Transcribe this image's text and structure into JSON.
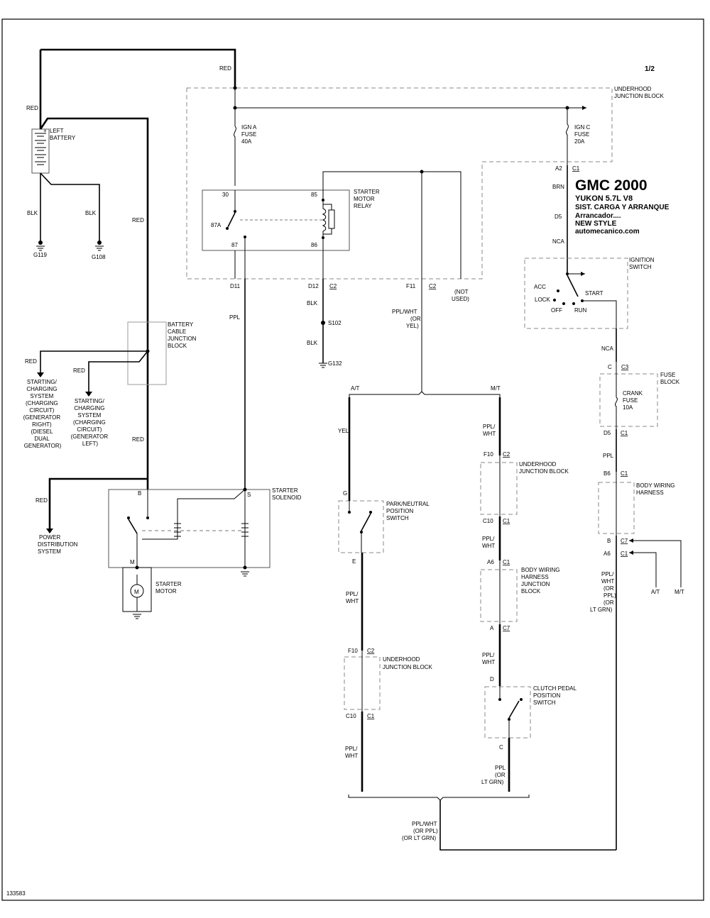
{
  "title": {
    "main": "GMC 2000",
    "model": "YUKON  5.7L  V8",
    "system": "SIST. CARGA Y ARRANQUE",
    "sub": "Arrancador....",
    "style": "NEW STYLE",
    "site": "automecanico.com"
  },
  "page_number": "1/2",
  "figure_id": "133583",
  "components": {
    "underhood_junction_block": [
      "UNDERHOOD",
      "JUNCTION BLOCK"
    ],
    "left_battery": [
      "LEFT",
      "BATTERY"
    ],
    "ign_a_fuse": [
      "IGN A",
      "FUSE",
      "40A"
    ],
    "ign_c_fuse": [
      "IGN C",
      "FUSE",
      "20A"
    ],
    "starter_motor_relay": [
      "STARTER",
      "MOTOR",
      "RELAY"
    ],
    "ignition_switch": [
      "IGNITION",
      "SWITCH"
    ],
    "battery_cable_junction_block": [
      "BATTERY",
      "CABLE",
      "JUNCTION",
      "BLOCK"
    ],
    "starting_charging_right": [
      "STARTING/",
      "CHARGING",
      "SYSTEM",
      "(CHARGING",
      "CIRCUIT)",
      "(GENERATOR",
      "RIGHT)",
      "(DIESEL",
      "DUAL",
      "GENERATOR)"
    ],
    "starting_charging_left": [
      "STARTING/",
      "CHARGING",
      "SYSTEM",
      "(CHARGING",
      "CIRCUIT)",
      "(GENERATOR",
      "LEFT)"
    ],
    "fuse_block": [
      "FUSE",
      "BLOCK"
    ],
    "crank_fuse": [
      "CRANK",
      "FUSE",
      "10A"
    ],
    "starter_solenoid": [
      "STARTER",
      "SOLENOID"
    ],
    "park_neutral_switch": [
      "PARK/NEUTRAL",
      "POSITION",
      "SWITCH"
    ],
    "underhood_jb_mt": [
      "UNDERHOOD",
      "JUNCTION BLOCK"
    ],
    "body_wiring_harness": [
      "BODY WIRING",
      "HARNESS"
    ],
    "power_distribution": [
      "POWER",
      "DISTRIBUTION",
      "SYSTEM"
    ],
    "starter_motor": [
      "STARTER",
      "MOTOR"
    ],
    "body_wiring_jb": [
      "BODY WIRING",
      "HARNESS",
      "JUNCTION",
      "BLOCK"
    ],
    "underhood_jb_at": [
      "UNDERHOOD",
      "JUNCTION BLOCK"
    ],
    "clutch_pedal_switch": [
      "CLUTCH PEDAL",
      "POSITION",
      "SWITCH"
    ],
    "not_used": [
      "(NOT",
      "USED)"
    ]
  },
  "wire_colors": {
    "red": "RED",
    "blk": "BLK",
    "ppl": "PPL",
    "brn": "BRN",
    "nca": "NCA",
    "yel": "YEL",
    "ppl_wht_or_yel": [
      "PPL/WHT",
      "(OR",
      "YEL)"
    ],
    "ppl_wht": [
      "PPL/",
      "WHT"
    ],
    "ppl_wht_bwh": [
      "PPL/",
      "WHT",
      "(OR",
      "PPL)",
      "(OR",
      "LT GRN)"
    ],
    "ppl_or_ltgrn": [
      "PPL",
      "(OR",
      "LT GRN)"
    ],
    "bottom_bus": [
      "PPL/WHT",
      "(OR PPL)",
      "(OR LT GRN)"
    ]
  },
  "grounds": [
    "G119",
    "G108",
    "G132"
  ],
  "splice": "S102",
  "terminals": {
    "relay_30": "30",
    "relay_85": "85",
    "relay_87a": "87A",
    "relay_87": "87",
    "relay_86": "86",
    "d11": "D11",
    "d12": "D12",
    "f11": "F11",
    "c2": "C2",
    "a2": "A2",
    "c1": "C1",
    "d5": "D5",
    "c": "C",
    "c3": "C3",
    "b6": "B6",
    "b": "B",
    "c7": "C7",
    "a6": "A6",
    "s": "S",
    "m": "M",
    "g": "G",
    "e": "E",
    "f10": "F10",
    "c10": "C10",
    "a": "A",
    "d": "D"
  },
  "switch_positions": {
    "acc": "ACC",
    "lock": "LOCK",
    "off": "OFF",
    "run": "RUN",
    "start": "START"
  },
  "trans_labels": {
    "at": "A/T",
    "mt": "M/T"
  },
  "motor_symbol": "M"
}
